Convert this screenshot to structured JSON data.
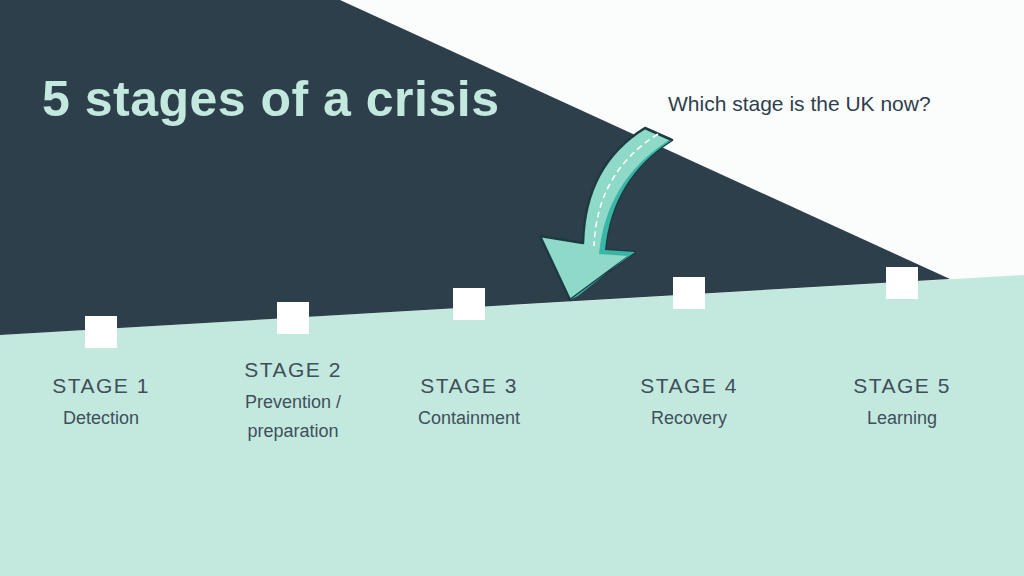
{
  "diagram": {
    "title": "5 stages of a crisis",
    "nodes": [
      {
        "text": [
          "STAGE 1",
          "Detection"
        ]
      },
      {
        "text": [
          "STAGE 2",
          "Prevention / preparation"
        ]
      },
      {
        "text": [
          "STAGE 3",
          "Containment"
        ]
      },
      {
        "text": [
          "STAGE 4",
          "Recovery"
        ]
      },
      {
        "text": [
          "STAGE 5",
          "Learning"
        ]
      }
    ],
    "labels": [
      "Which stage is the UK now?"
    ]
  }
}
